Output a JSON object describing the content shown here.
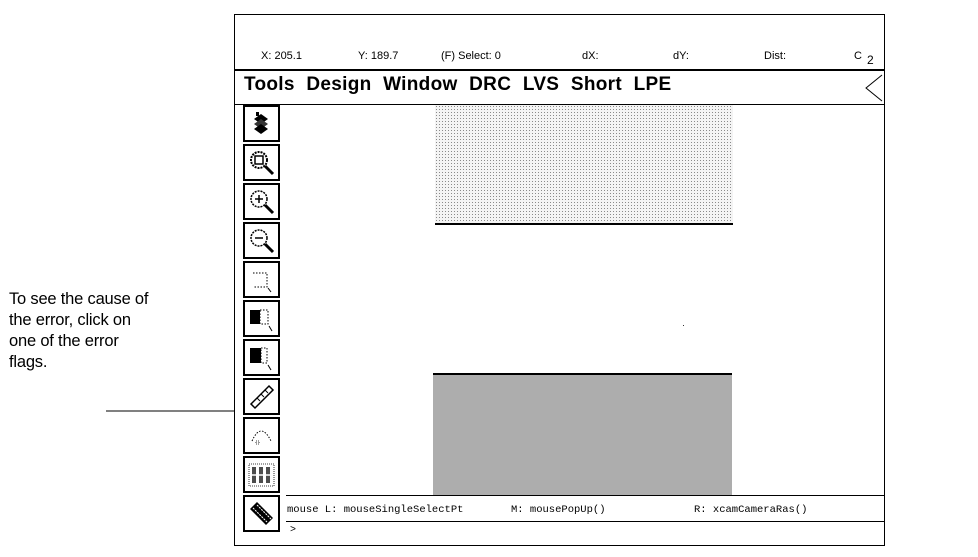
{
  "annotation": {
    "lines": [
      "To see the cause of",
      "the error, click on",
      "one of the error",
      "flags."
    ]
  },
  "status_bar": {
    "x": "X: 205.1",
    "y": "Y: 189.7",
    "select": "(F) Select: 0",
    "dx": "dX:",
    "dy": "dY:",
    "dist": "Dist:",
    "cmd_partial": "C",
    "num": "2"
  },
  "menu": {
    "items": [
      "Tools",
      "Design",
      "Window",
      "DRC",
      "LVS",
      "Short",
      "LPE"
    ]
  },
  "toolbar": {
    "tools": [
      "layer-palette-icon",
      "zoom-fit-icon",
      "zoom-in-icon",
      "zoom-out-icon",
      "create-path-icon",
      "create-rect-icon",
      "create-polygon-icon",
      "ruler-icon",
      "arc-icon",
      "array-icon",
      "instance-icon"
    ]
  },
  "mouse_bindings": {
    "left": "mouse L: mouseSingleSelectPt",
    "middle": "M: mousePopUp()",
    "right": "R: xcamCameraRas()"
  },
  "prompt": ">"
}
